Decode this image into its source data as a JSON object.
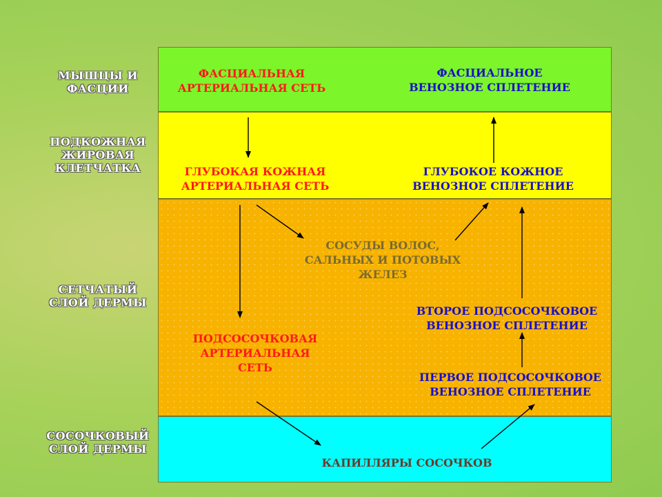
{
  "layers": [
    {
      "id": "muscles",
      "label": "МЫШЦЫ И\nФАСЦИИ",
      "color": "#7cf52a"
    },
    {
      "id": "subcutaneous",
      "label": "ПОДКОЖНАЯ\nЖИРОВАЯ\nКЛЕТЧАТКА",
      "color": "#ffff00"
    },
    {
      "id": "reticular",
      "label": "СЕТЧАТЫЙ\nСЛОЙ  ДЕРМЫ",
      "color": "#f7b300"
    },
    {
      "id": "papillary",
      "label": "СОСОЧКОВЫЙ\nСЛОЙ ДЕРМЫ",
      "color": "#00ffff"
    }
  ],
  "nodes": {
    "fascial_arterial": "ФАСЦИАЛЬНАЯ\nАРТЕРИАЛЬНАЯ СЕТЬ",
    "fascial_venous": "ФАСЦИАЛЬНОЕ\nВЕНОЗНОЕ СПЛЕТЕНИЕ",
    "deep_arterial": "ГЛУБОКАЯ КОЖНАЯ\nАРТЕРИАЛЬНАЯ СЕТЬ",
    "deep_venous": "ГЛУБОКОЕ КОЖНОЕ\nВЕНОЗНОЕ СПЛЕТЕНИЕ",
    "glands_vessels": "СОСУДЫ ВОЛОС,\nСАЛЬНЫХ И ПОТОВЫХ\nЖЕЛЕЗ",
    "second_subpapillary_venous": "ВТОРОЕ ПОДСОСОЧКОВОЕ\nВЕНОЗНОЕ СПЛЕТЕНИЕ",
    "subpapillary_arterial": "ПОДСОСОЧКОВАЯ\nАРТЕРИАЛЬНАЯ\nСЕТЬ",
    "first_subpapillary_venous": "ПЕРВОЕ ПОДСОСОЧКОВОЕ\nВЕНОЗНОЕ СПЛЕТЕНИЕ",
    "capillaries": "КАПИЛЛЯРЫ СОСОЧКОВ"
  },
  "colors": {
    "arterial_text": "#ff1a1a",
    "venous_text": "#1a10c8",
    "arrow": "#000000"
  }
}
